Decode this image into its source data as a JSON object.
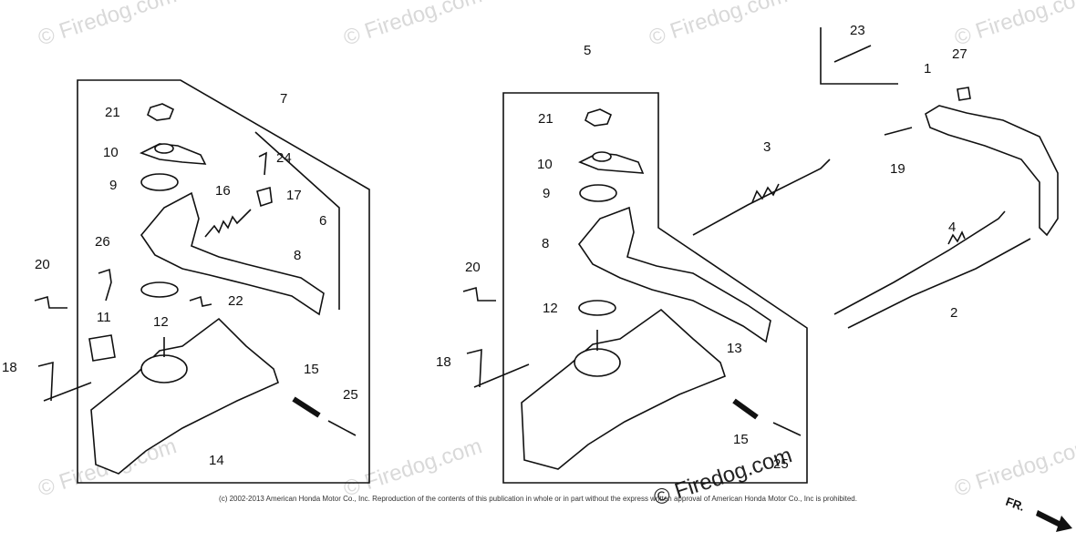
{
  "watermark": {
    "text": "© Firedog.com",
    "main_text": "© Firedog.com"
  },
  "copyright": "(c) 2002-2013 American Honda Motor Co., Inc. Reproduction of the contents of this publication in whole or in part without the express written approval of American Honda Motor Co., Inc is prohibited.",
  "direction_label": "FR.",
  "left_group": {
    "labels": [
      "21",
      "10",
      "9",
      "16",
      "24",
      "17",
      "7",
      "6",
      "8",
      "26",
      "20",
      "11",
      "12",
      "22",
      "18",
      "15",
      "25",
      "14"
    ]
  },
  "mid_group": {
    "labels": [
      "5",
      "21",
      "10",
      "9",
      "8",
      "20",
      "12",
      "18",
      "13",
      "15",
      "25"
    ]
  },
  "right_group": {
    "labels": [
      "23",
      "27",
      "1",
      "19",
      "3",
      "4",
      "2"
    ]
  }
}
